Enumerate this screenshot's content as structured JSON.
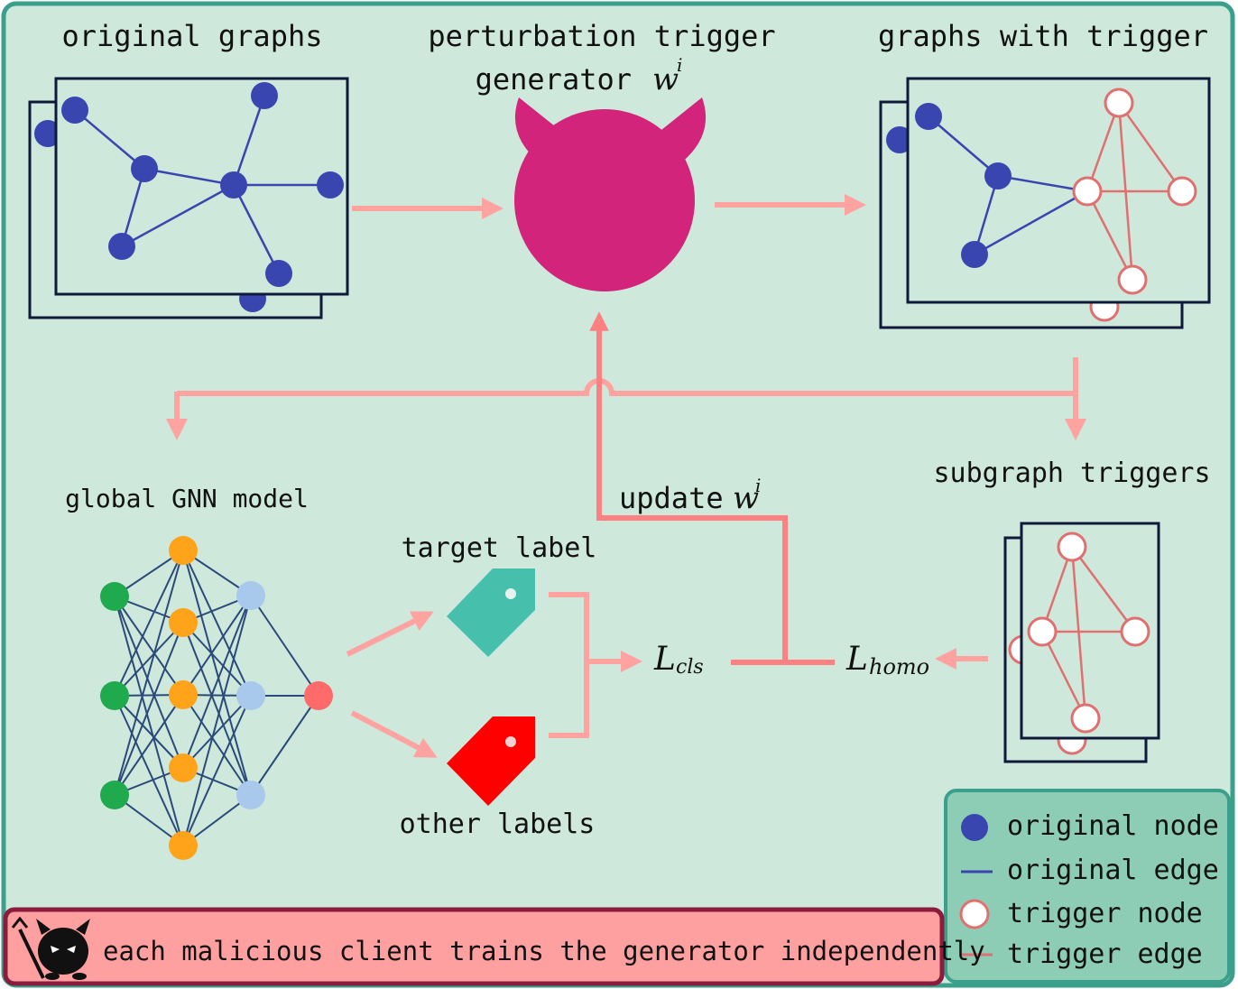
{
  "labels": {
    "original_graphs": "original graphs",
    "perturbation_line1": "perturbation trigger",
    "perturbation_line2": "generator",
    "w_symbol": "w",
    "i_superscript": "i",
    "graphs_with_trigger": "graphs with trigger",
    "global_gnn_model": "global GNN model",
    "subgraph_triggers": "subgraph triggers",
    "update": "update",
    "target_label": "target label",
    "other_labels": "other labels",
    "l_cls_main": "L",
    "l_cls_sub": "cls",
    "l_homo_main": "L",
    "l_homo_sub": "homo"
  },
  "legend": {
    "original_node": "original node",
    "original_edge": "original edge",
    "trigger_node": "trigger node",
    "trigger_edge": "trigger edge"
  },
  "banner": {
    "text": "each malicious client trains the generator independently"
  },
  "colors": {
    "background": "#cfe8dc",
    "frame": "#3aa08c",
    "original_node": "#3a46b0",
    "original_edge": "#3a46b0",
    "trigger_node_stroke": "#e07070",
    "trigger_edge": "#e07070",
    "arrow": "#ffa3a0",
    "arrow_strong": "#ff8080",
    "devil": "#d1247a",
    "target_tag": "#46c0ad",
    "other_tag": "#ff0000",
    "legend_bg": "#8ecdb5",
    "banner_bg": "#ffa0a0",
    "banner_border": "#8a1d3e",
    "gnn_green": "#1faa4e",
    "gnn_orange": "#ffa31a",
    "gnn_lightblue": "#a8c8ec",
    "gnn_output": "#ff6b6b",
    "gnn_edge": "#2a4a7a"
  }
}
